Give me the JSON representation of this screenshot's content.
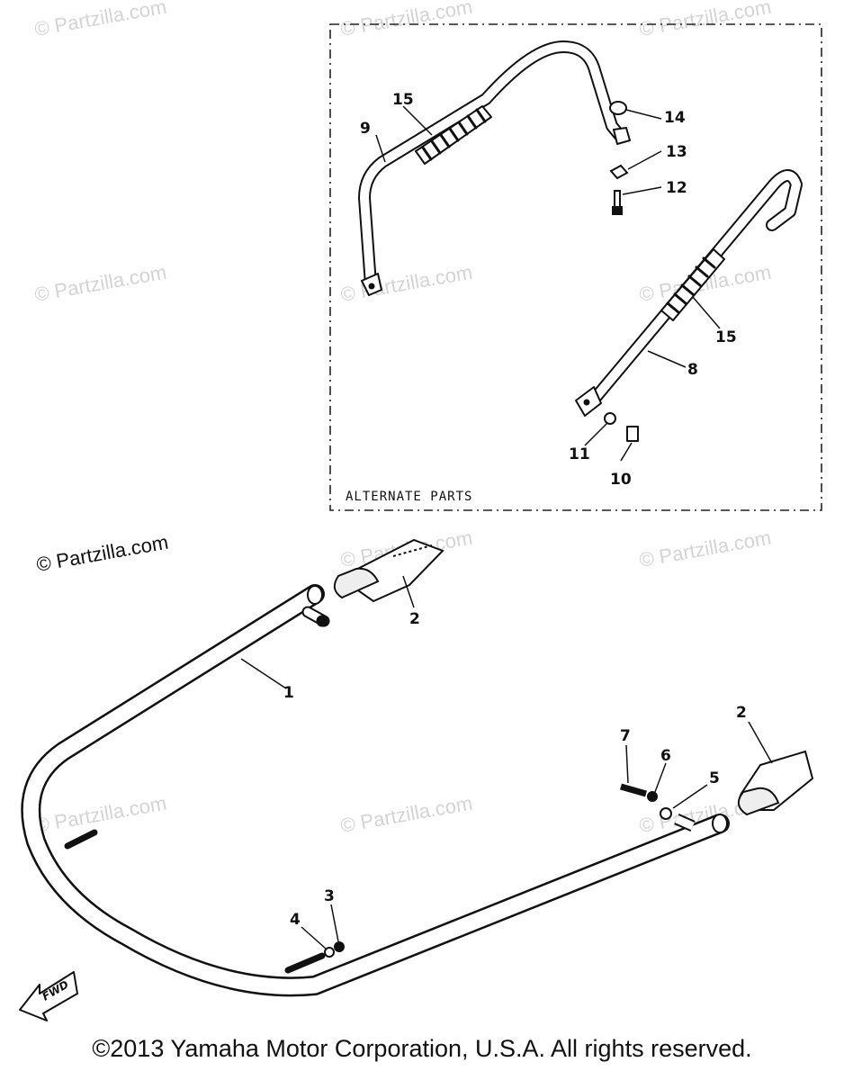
{
  "watermark": "© Partzilla.com",
  "alternate_parts_label": "ALTERNATE PARTS",
  "fwd_label": "FWD",
  "copyright": "©2013 Yamaha Motor Corporation, U.S.A. All rights reserved.",
  "callouts": [
    "1",
    "2",
    "2",
    "3",
    "4",
    "5",
    "6",
    "7",
    "8",
    "9",
    "10",
    "11",
    "12",
    "13",
    "14",
    "15",
    "15"
  ]
}
